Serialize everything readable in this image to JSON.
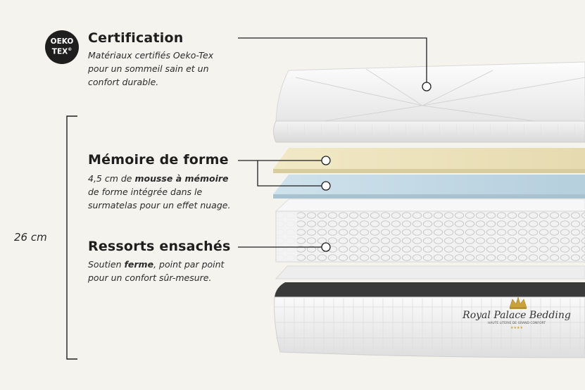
{
  "badge": {
    "line1": "OEKO",
    "line2": "TEX",
    "mark": "®"
  },
  "features": {
    "certification": {
      "title": "Certification",
      "desc": [
        "Matériaux certifiés Oeko-Tex",
        "pour un sommeil sain et un",
        "confort durable."
      ]
    },
    "memory": {
      "title": "Mémoire de forme",
      "desc1_pre": "4,5 cm de ",
      "desc1_bold": "mousse à mémoire",
      "desc2": "de forme intégrée dans le",
      "desc3": "surmatelas pour un effet nuage."
    },
    "springs": {
      "title": "Ressorts ensachés",
      "desc1_pre": "Soutien ",
      "desc1_bold": "ferme",
      "desc1_post": ", point par point",
      "desc2": "pour un confort sûr-mesure."
    }
  },
  "dimension": "26 cm",
  "brand": {
    "name": "Royal Palace Bedding",
    "tagline": "HAUTE LITERIE DE GRAND CONFORT",
    "stars": "★★★★"
  },
  "colors": {
    "background": "#f5f3ee",
    "text": "#1e1e1e",
    "memory_foam": "#ece3bd",
    "gel_layer": "#c5dbe6",
    "base_top": "#3a3a3a",
    "crown": "#c9a23a"
  }
}
